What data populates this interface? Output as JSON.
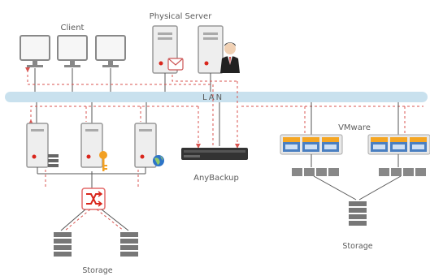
{
  "labels": {
    "client": "Client",
    "physical_server": "Physical Server",
    "lan": "LAN",
    "vmware": "VMware",
    "anybackup": "AnyBackup",
    "storage_left": "Storage",
    "storage_right": "Storage"
  },
  "colors": {
    "lan_bar": "#c9e1ee",
    "dashed_flow": "#d9534f",
    "server_body": "#eeeeee",
    "monitor_frame": "#888888",
    "key_icon": "#f2a023",
    "globe_icon": "#2d74c8",
    "switch_arrows": "#d9261c",
    "vm_orange": "#f5a623",
    "vm_blue": "#4a7fc1"
  },
  "icons": [
    "monitor-icon",
    "server-icon",
    "mail-icon",
    "businessman-icon",
    "database-icon",
    "key-icon",
    "globe-icon",
    "backup-appliance-icon",
    "esxi-host-icon",
    "vm-icon",
    "switch-icon",
    "storage-icon"
  ]
}
